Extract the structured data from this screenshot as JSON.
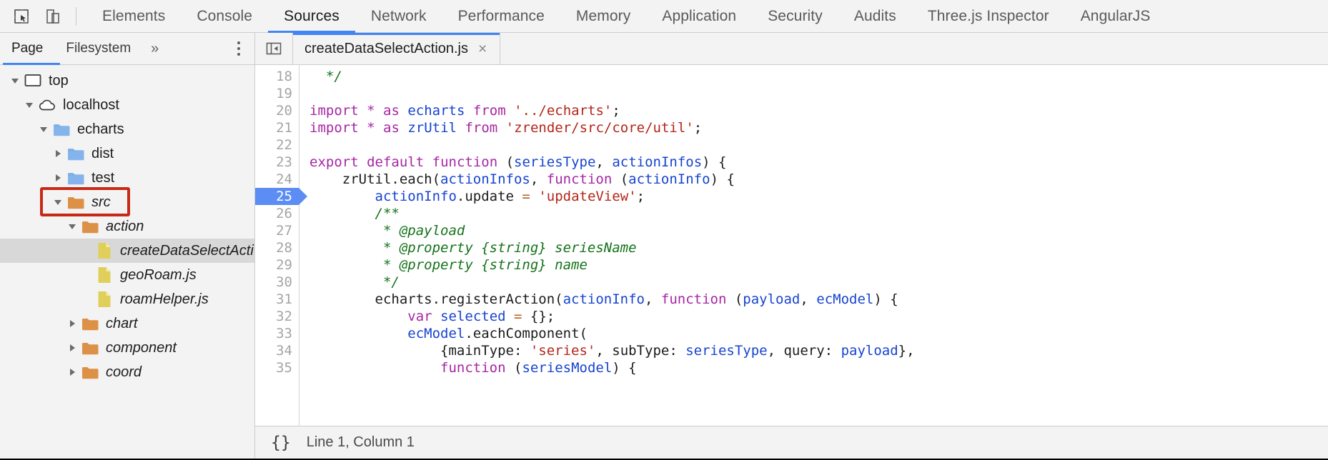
{
  "toolbar": {
    "icons": [
      {
        "name": "inspect-element-icon",
        "title": "Inspect"
      },
      {
        "name": "device-toolbar-icon",
        "title": "Toggle device toolbar"
      }
    ],
    "tabs": [
      {
        "label": "Elements",
        "selected": false
      },
      {
        "label": "Console",
        "selected": false
      },
      {
        "label": "Sources",
        "selected": true
      },
      {
        "label": "Network",
        "selected": false
      },
      {
        "label": "Performance",
        "selected": false
      },
      {
        "label": "Memory",
        "selected": false
      },
      {
        "label": "Application",
        "selected": false
      },
      {
        "label": "Security",
        "selected": false
      },
      {
        "label": "Audits",
        "selected": false
      },
      {
        "label": "Three.js Inspector",
        "selected": false
      },
      {
        "label": "AngularJS",
        "selected": false
      }
    ],
    "accent_color": "#4285f4"
  },
  "navigator": {
    "tabs": [
      {
        "label": "Page",
        "selected": true
      },
      {
        "label": "Filesystem",
        "selected": false
      }
    ],
    "more_tabs_icon": "»",
    "menu_icon": "more-vertical-icon",
    "tree": [
      {
        "label": "top",
        "icon": "frame-icon",
        "depth": 0,
        "twisty": "open",
        "italic": false,
        "selected": false
      },
      {
        "label": "localhost",
        "icon": "cloud-icon",
        "depth": 1,
        "twisty": "open",
        "italic": false,
        "selected": false
      },
      {
        "label": "echarts",
        "icon": "folder-blue-icon",
        "depth": 2,
        "twisty": "open",
        "italic": false,
        "selected": false
      },
      {
        "label": "dist",
        "icon": "folder-blue-icon",
        "depth": 3,
        "twisty": "closed",
        "italic": false,
        "selected": false
      },
      {
        "label": "test",
        "icon": "folder-blue-icon",
        "depth": 3,
        "twisty": "closed",
        "italic": false,
        "selected": false
      },
      {
        "label": "src",
        "icon": "folder-orange-icon",
        "depth": 3,
        "twisty": "open",
        "italic": true,
        "selected": false,
        "highlighted": true
      },
      {
        "label": "action",
        "icon": "folder-orange-icon",
        "depth": 4,
        "twisty": "open",
        "italic": true,
        "selected": false
      },
      {
        "label": "createDataSelectActi",
        "icon": "file-js-icon",
        "depth": 5,
        "twisty": "none",
        "italic": true,
        "selected": true
      },
      {
        "label": "geoRoam.js",
        "icon": "file-js-icon",
        "depth": 5,
        "twisty": "none",
        "italic": true,
        "selected": false
      },
      {
        "label": "roamHelper.js",
        "icon": "file-js-icon",
        "depth": 5,
        "twisty": "none",
        "italic": true,
        "selected": false
      },
      {
        "label": "chart",
        "icon": "folder-orange-icon",
        "depth": 4,
        "twisty": "closed",
        "italic": true,
        "selected": false
      },
      {
        "label": "component",
        "icon": "folder-orange-icon",
        "depth": 4,
        "twisty": "closed",
        "italic": true,
        "selected": false
      },
      {
        "label": "coord",
        "icon": "folder-orange-icon",
        "depth": 4,
        "twisty": "closed",
        "italic": true,
        "selected": false
      }
    ],
    "highlight_color": "#c62a16"
  },
  "editor": {
    "sidebar_toggle_icon": "collapse-sidebar-icon",
    "tab": {
      "label": "createDataSelectAction.js",
      "close_icon": "×",
      "active": true
    },
    "first_visible_line": 18,
    "current_line": 25,
    "lines": [
      {
        "n": 18,
        "tokens": [
          {
            "t": "  ",
            "c": "plain"
          },
          {
            "t": "*/",
            "c": "com"
          }
        ]
      },
      {
        "n": 19,
        "tokens": []
      },
      {
        "n": 20,
        "tokens": [
          {
            "t": "import",
            "c": "kw"
          },
          {
            "t": " ",
            "c": "plain"
          },
          {
            "t": "*",
            "c": "kw"
          },
          {
            "t": " ",
            "c": "plain"
          },
          {
            "t": "as",
            "c": "kw"
          },
          {
            "t": " ",
            "c": "plain"
          },
          {
            "t": "echarts",
            "c": "var"
          },
          {
            "t": " ",
            "c": "plain"
          },
          {
            "t": "from",
            "c": "kw"
          },
          {
            "t": " ",
            "c": "plain"
          },
          {
            "t": "'../echarts'",
            "c": "str"
          },
          {
            "t": ";",
            "c": "plain"
          }
        ]
      },
      {
        "n": 21,
        "tokens": [
          {
            "t": "import",
            "c": "kw"
          },
          {
            "t": " ",
            "c": "plain"
          },
          {
            "t": "*",
            "c": "kw"
          },
          {
            "t": " ",
            "c": "plain"
          },
          {
            "t": "as",
            "c": "kw"
          },
          {
            "t": " ",
            "c": "plain"
          },
          {
            "t": "zrUtil",
            "c": "var"
          },
          {
            "t": " ",
            "c": "plain"
          },
          {
            "t": "from",
            "c": "kw"
          },
          {
            "t": " ",
            "c": "plain"
          },
          {
            "t": "'zrender/src/core/util'",
            "c": "str"
          },
          {
            "t": ";",
            "c": "plain"
          }
        ]
      },
      {
        "n": 22,
        "tokens": []
      },
      {
        "n": 23,
        "tokens": [
          {
            "t": "export",
            "c": "kw"
          },
          {
            "t": " ",
            "c": "plain"
          },
          {
            "t": "default",
            "c": "kw"
          },
          {
            "t": " ",
            "c": "plain"
          },
          {
            "t": "function",
            "c": "kw"
          },
          {
            "t": " (",
            "c": "plain"
          },
          {
            "t": "seriesType",
            "c": "var"
          },
          {
            "t": ", ",
            "c": "plain"
          },
          {
            "t": "actionInfos",
            "c": "var"
          },
          {
            "t": ") {",
            "c": "plain"
          }
        ]
      },
      {
        "n": 24,
        "tokens": [
          {
            "t": "    zrUtil.each(",
            "c": "plain"
          },
          {
            "t": "actionInfos",
            "c": "var"
          },
          {
            "t": ", ",
            "c": "plain"
          },
          {
            "t": "function",
            "c": "kw"
          },
          {
            "t": " (",
            "c": "plain"
          },
          {
            "t": "actionInfo",
            "c": "var"
          },
          {
            "t": ") {",
            "c": "plain"
          }
        ]
      },
      {
        "n": 25,
        "tokens": [
          {
            "t": "        ",
            "c": "plain"
          },
          {
            "t": "actionInfo",
            "c": "var"
          },
          {
            "t": ".update ",
            "c": "plain"
          },
          {
            "t": "=",
            "c": "op"
          },
          {
            "t": " ",
            "c": "plain"
          },
          {
            "t": "'updateView'",
            "c": "str"
          },
          {
            "t": ";",
            "c": "plain"
          }
        ]
      },
      {
        "n": 26,
        "tokens": [
          {
            "t": "        /**",
            "c": "com"
          }
        ]
      },
      {
        "n": 27,
        "tokens": [
          {
            "t": "         * @payload",
            "c": "com"
          }
        ]
      },
      {
        "n": 28,
        "tokens": [
          {
            "t": "         * @property {string} seriesName",
            "c": "com"
          }
        ]
      },
      {
        "n": 29,
        "tokens": [
          {
            "t": "         * @property {string} name",
            "c": "com"
          }
        ]
      },
      {
        "n": 30,
        "tokens": [
          {
            "t": "         */",
            "c": "com"
          }
        ]
      },
      {
        "n": 31,
        "tokens": [
          {
            "t": "        echarts.registerAction(",
            "c": "plain"
          },
          {
            "t": "actionInfo",
            "c": "var"
          },
          {
            "t": ", ",
            "c": "plain"
          },
          {
            "t": "function",
            "c": "kw"
          },
          {
            "t": " (",
            "c": "plain"
          },
          {
            "t": "payload",
            "c": "var"
          },
          {
            "t": ", ",
            "c": "plain"
          },
          {
            "t": "ecModel",
            "c": "var"
          },
          {
            "t": ") {",
            "c": "plain"
          }
        ]
      },
      {
        "n": 32,
        "tokens": [
          {
            "t": "            ",
            "c": "plain"
          },
          {
            "t": "var",
            "c": "kw"
          },
          {
            "t": " ",
            "c": "plain"
          },
          {
            "t": "selected",
            "c": "var"
          },
          {
            "t": " ",
            "c": "plain"
          },
          {
            "t": "=",
            "c": "op"
          },
          {
            "t": " {};",
            "c": "plain"
          }
        ]
      },
      {
        "n": 33,
        "tokens": [
          {
            "t": "            ",
            "c": "plain"
          },
          {
            "t": "ecModel",
            "c": "var"
          },
          {
            "t": ".eachComponent(",
            "c": "plain"
          }
        ]
      },
      {
        "n": 34,
        "tokens": [
          {
            "t": "                {mainType: ",
            "c": "plain"
          },
          {
            "t": "'series'",
            "c": "str"
          },
          {
            "t": ", subType: ",
            "c": "plain"
          },
          {
            "t": "seriesType",
            "c": "var"
          },
          {
            "t": ", query: ",
            "c": "plain"
          },
          {
            "t": "payload",
            "c": "var"
          },
          {
            "t": "},",
            "c": "plain"
          }
        ]
      },
      {
        "n": 35,
        "tokens": [
          {
            "t": "                ",
            "c": "plain"
          },
          {
            "t": "function",
            "c": "kw"
          },
          {
            "t": " (",
            "c": "plain"
          },
          {
            "t": "seriesModel",
            "c": "var"
          },
          {
            "t": ") {",
            "c": "plain"
          }
        ]
      }
    ]
  },
  "statusbar": {
    "pretty_print_icon": "{}",
    "position_text": "Line 1, Column 1"
  }
}
